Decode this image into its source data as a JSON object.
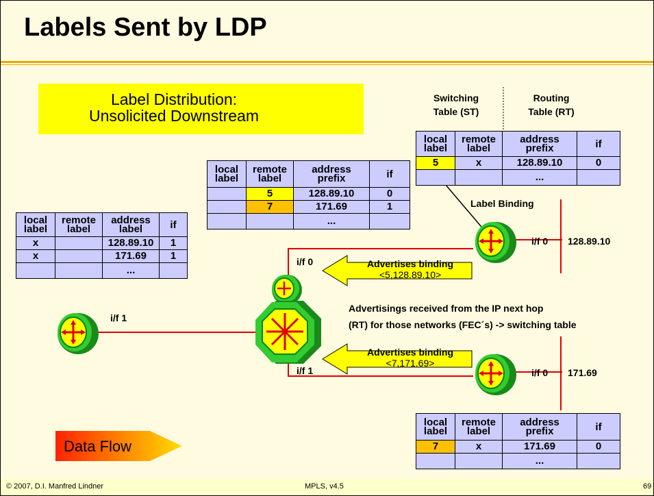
{
  "title": "Labels Sent by LDP",
  "footer": {
    "left": "© 2007, D.I. Manfred Lindner",
    "center": "MPLS, v4.5",
    "page": "69"
  },
  "banner": {
    "line1": "Label Distribution:",
    "line2": "Unsolicited Downstream"
  },
  "st_header": {
    "line1": "Switching",
    "line2": "Table (ST)"
  },
  "rt_header": {
    "line1": "Routing",
    "line2": "Table (RT)"
  },
  "col_headers": {
    "local1": "local",
    "local2": "label",
    "remote1": "remote",
    "remote2": "label",
    "addr1": "address",
    "addr2": "prefix",
    "addr_label2": "label",
    "if": "if"
  },
  "table_left": {
    "rows": [
      [
        "x",
        "",
        "128.89.10",
        "1"
      ],
      [
        "x",
        "",
        "171.69",
        "1"
      ],
      [
        "",
        "",
        "...",
        ""
      ]
    ]
  },
  "table_middle": {
    "rows": [
      [
        "",
        "5",
        "128.89.10",
        "0"
      ],
      [
        "",
        "7",
        "171.69",
        "1"
      ],
      [
        "",
        "",
        "...",
        ""
      ]
    ]
  },
  "table_top_right": {
    "rows": [
      [
        "5",
        "x",
        "128.89.10",
        "0"
      ],
      [
        "",
        "",
        "...",
        ""
      ]
    ]
  },
  "table_bottom_right": {
    "rows": [
      [
        "7",
        "x",
        "171.69",
        "0"
      ],
      [
        "",
        "",
        "...",
        ""
      ]
    ]
  },
  "labels": {
    "label_binding": "Label Binding",
    "if0_center": "i/f 0",
    "if1_center": "i/f 1",
    "if1_left": "i/f 1",
    "if0_top_right": "i/f 0",
    "if0_bottom_right": "i/f 0",
    "net_top": "128.89.10",
    "net_bottom": "171.69",
    "advertisings_line1": "Advertisings received from the IP next hop",
    "advertisings_line2": "(RT) for those networks (FEC´s) -> switching table"
  },
  "callouts": {
    "top": {
      "line1": "Advertises binding",
      "line2": "<5,128.89.10>"
    },
    "bottom": {
      "line1": "Advertises binding",
      "line2": "<7,171.69>"
    }
  },
  "data_flow": "Data Flow",
  "colors": {
    "highlight_yellow": "#ffff00",
    "highlight_orange": "#ffc000",
    "table_bg": "#ccccff",
    "link_red": "#e00000",
    "router_green": "#33cc33"
  }
}
